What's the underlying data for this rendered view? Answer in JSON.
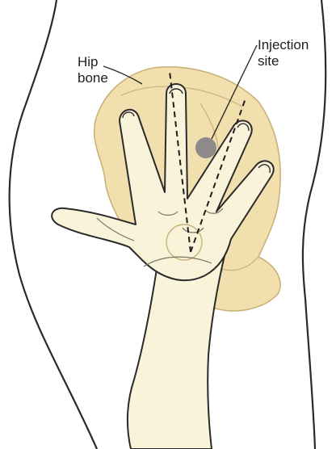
{
  "labels": {
    "hip_bone": [
      "Hip",
      "bone"
    ],
    "injection_site": [
      "Injection",
      "site"
    ]
  },
  "colors": {
    "bone_fill": "#f2dfae",
    "bone_edge": "#c9b27a",
    "skin_fill": "#f9f3da",
    "outline": "#2a2a2a",
    "injection_dot": "#8e8a8a"
  }
}
